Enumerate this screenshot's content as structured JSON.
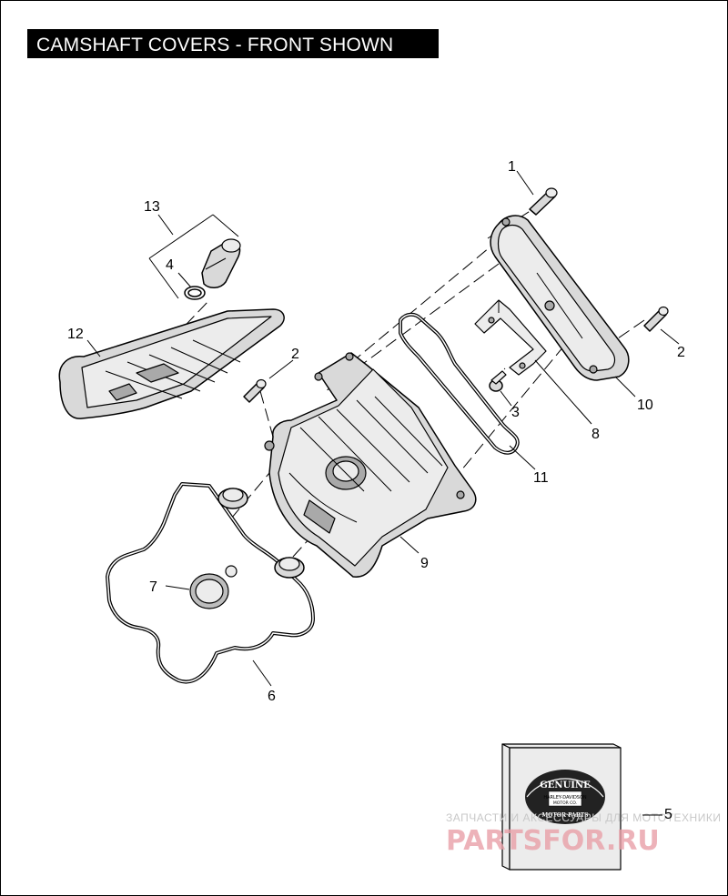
{
  "title": "CAMSHAFT COVERS - FRONT SHOWN",
  "callouts": {
    "c1": "1",
    "c2a": "2",
    "c2b": "2",
    "c3": "3",
    "c4": "4",
    "c5": "5",
    "c6": "6",
    "c7": "7",
    "c8": "8",
    "c9": "9",
    "c10": "10",
    "c11": "11",
    "c12": "12",
    "c13": "13"
  },
  "logo": {
    "top": "GENUINE",
    "middle1": "HARLEY-DAVIDSON",
    "middle2": "MOTOR CO.",
    "bottom": "MOTOR PARTS"
  },
  "watermark": {
    "line1": "ЗАПЧАСТИ И АКСЕССУАРЫ ДЛЯ МОТОТЕХНИКИ",
    "line2": "PARTSFOR.RU"
  },
  "colors": {
    "title_bg": "#000000",
    "watermark_red": "#e9a0a8"
  }
}
